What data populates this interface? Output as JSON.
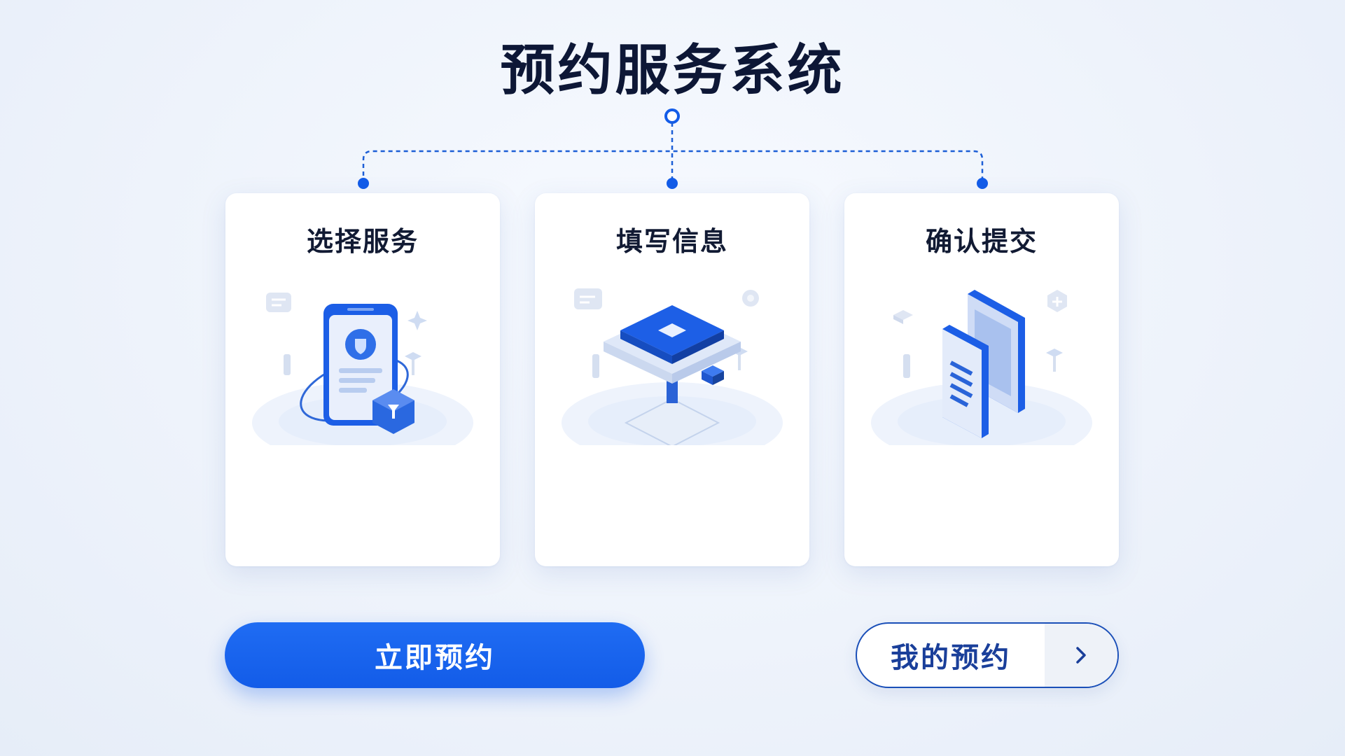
{
  "header": {
    "title": "预约服务系统"
  },
  "steps": [
    {
      "label": "选择服务",
      "icon": "phone-service-icon"
    },
    {
      "label": "填写信息",
      "icon": "form-platform-icon"
    },
    {
      "label": "确认提交",
      "icon": "documents-submit-icon"
    }
  ],
  "actions": {
    "primary_label": "立即预约",
    "secondary_label": "我的预约",
    "secondary_icon": "chevron-right-icon"
  },
  "colors": {
    "accent": "#135ce8",
    "secondary_border": "#1a4fb8",
    "title": "#0d1736",
    "background": "#eef3fb"
  }
}
